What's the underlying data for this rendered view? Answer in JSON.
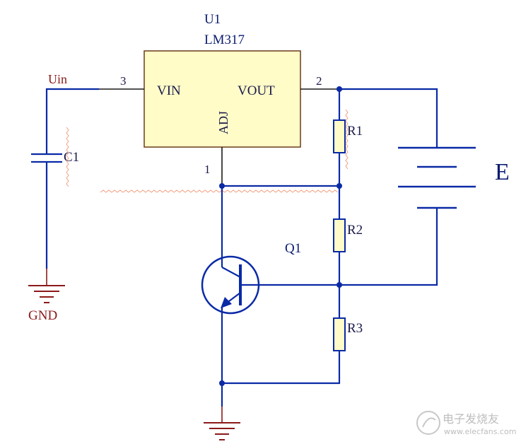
{
  "regulator": {
    "ref": "U1",
    "part": "LM317",
    "pin_in": "VIN",
    "pin_out": "VOUT",
    "pin_adj": "ADJ",
    "pin_in_num": "3",
    "pin_out_num": "2",
    "pin_adj_num": "1",
    "body_color": "#fffcc8"
  },
  "nets": {
    "input": "Uin",
    "ground": "GND"
  },
  "components": {
    "c1": "C1",
    "r1": "R1",
    "r2": "R2",
    "r3": "R3",
    "q1": "Q1",
    "battery": "E"
  },
  "watermark": {
    "text": "电子发烧友",
    "url": "www.elecfans.com"
  },
  "colors": {
    "wire": "#0a2aa6",
    "net_label": "#8b1a1a",
    "component_body": "#fffcc8"
  }
}
